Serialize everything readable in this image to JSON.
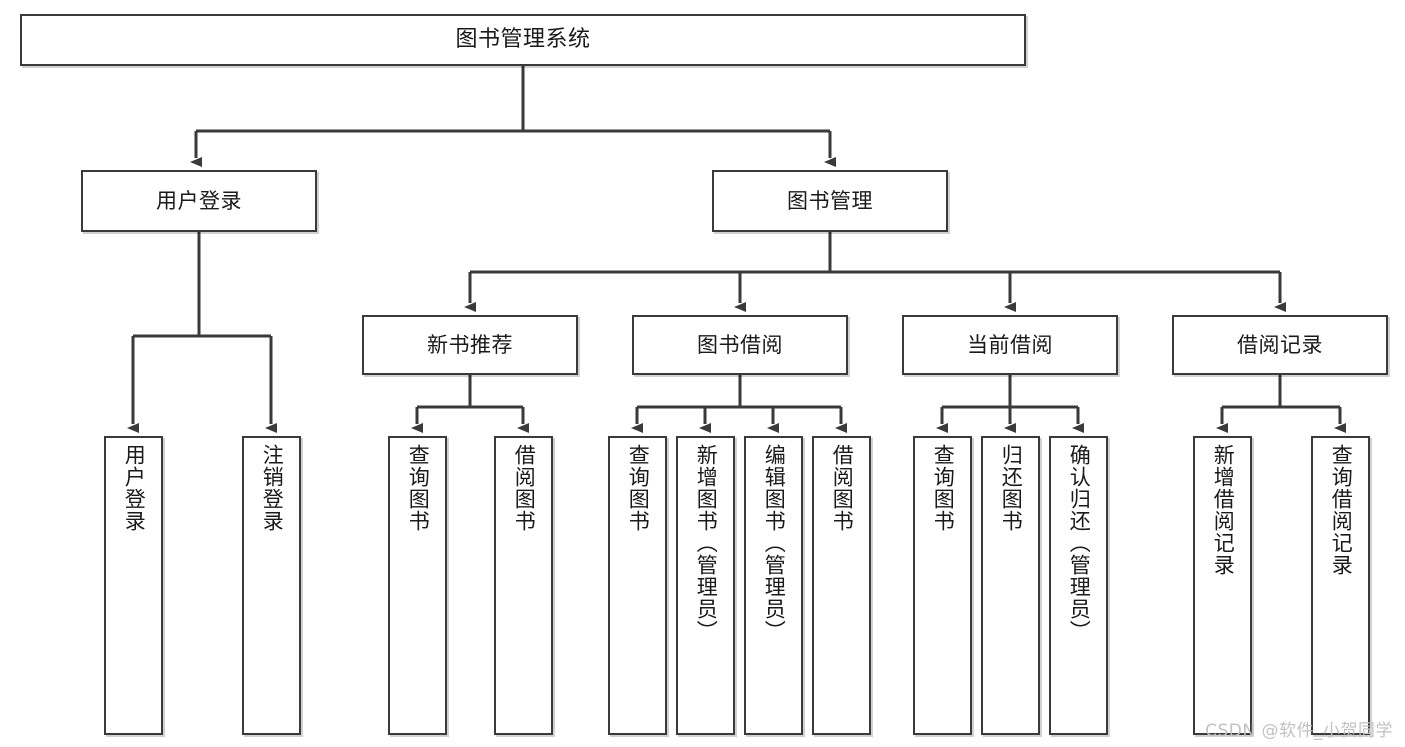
{
  "diagram": {
    "type": "tree-hierarchy",
    "title": "图书管理系统",
    "watermark": "CSDN @软件_小贺同学",
    "colors": {
      "stroke": "#3a3a3a",
      "fill": "#ffffff",
      "text": "#1a1a1a",
      "watermark": "#c2c2c2"
    },
    "nodes": {
      "root": {
        "label": "图书管理系统"
      },
      "level1": [
        {
          "label": "用户登录"
        },
        {
          "label": "图书管理"
        }
      ],
      "level2": [
        {
          "label": "新书推荐"
        },
        {
          "label": "图书借阅"
        },
        {
          "label": "当前借阅"
        },
        {
          "label": "借阅记录"
        }
      ],
      "leaves": {
        "user_login": [
          {
            "label": "用户登录"
          },
          {
            "label": "注销登录"
          }
        ],
        "new_book": [
          {
            "label": "查询图书"
          },
          {
            "label": "借阅图书"
          }
        ],
        "book_borrow": [
          {
            "label": "查询图书"
          },
          {
            "label": "新增图书（管理员）"
          },
          {
            "label": "编辑图书（管理员）"
          },
          {
            "label": "借阅图书"
          }
        ],
        "current_borrow": [
          {
            "label": "查询图书"
          },
          {
            "label": "归还图书"
          },
          {
            "label": "确认归还（管理员）"
          }
        ],
        "borrow_record": [
          {
            "label": "新增借阅记录"
          },
          {
            "label": "查询借阅记录"
          }
        ]
      }
    }
  }
}
